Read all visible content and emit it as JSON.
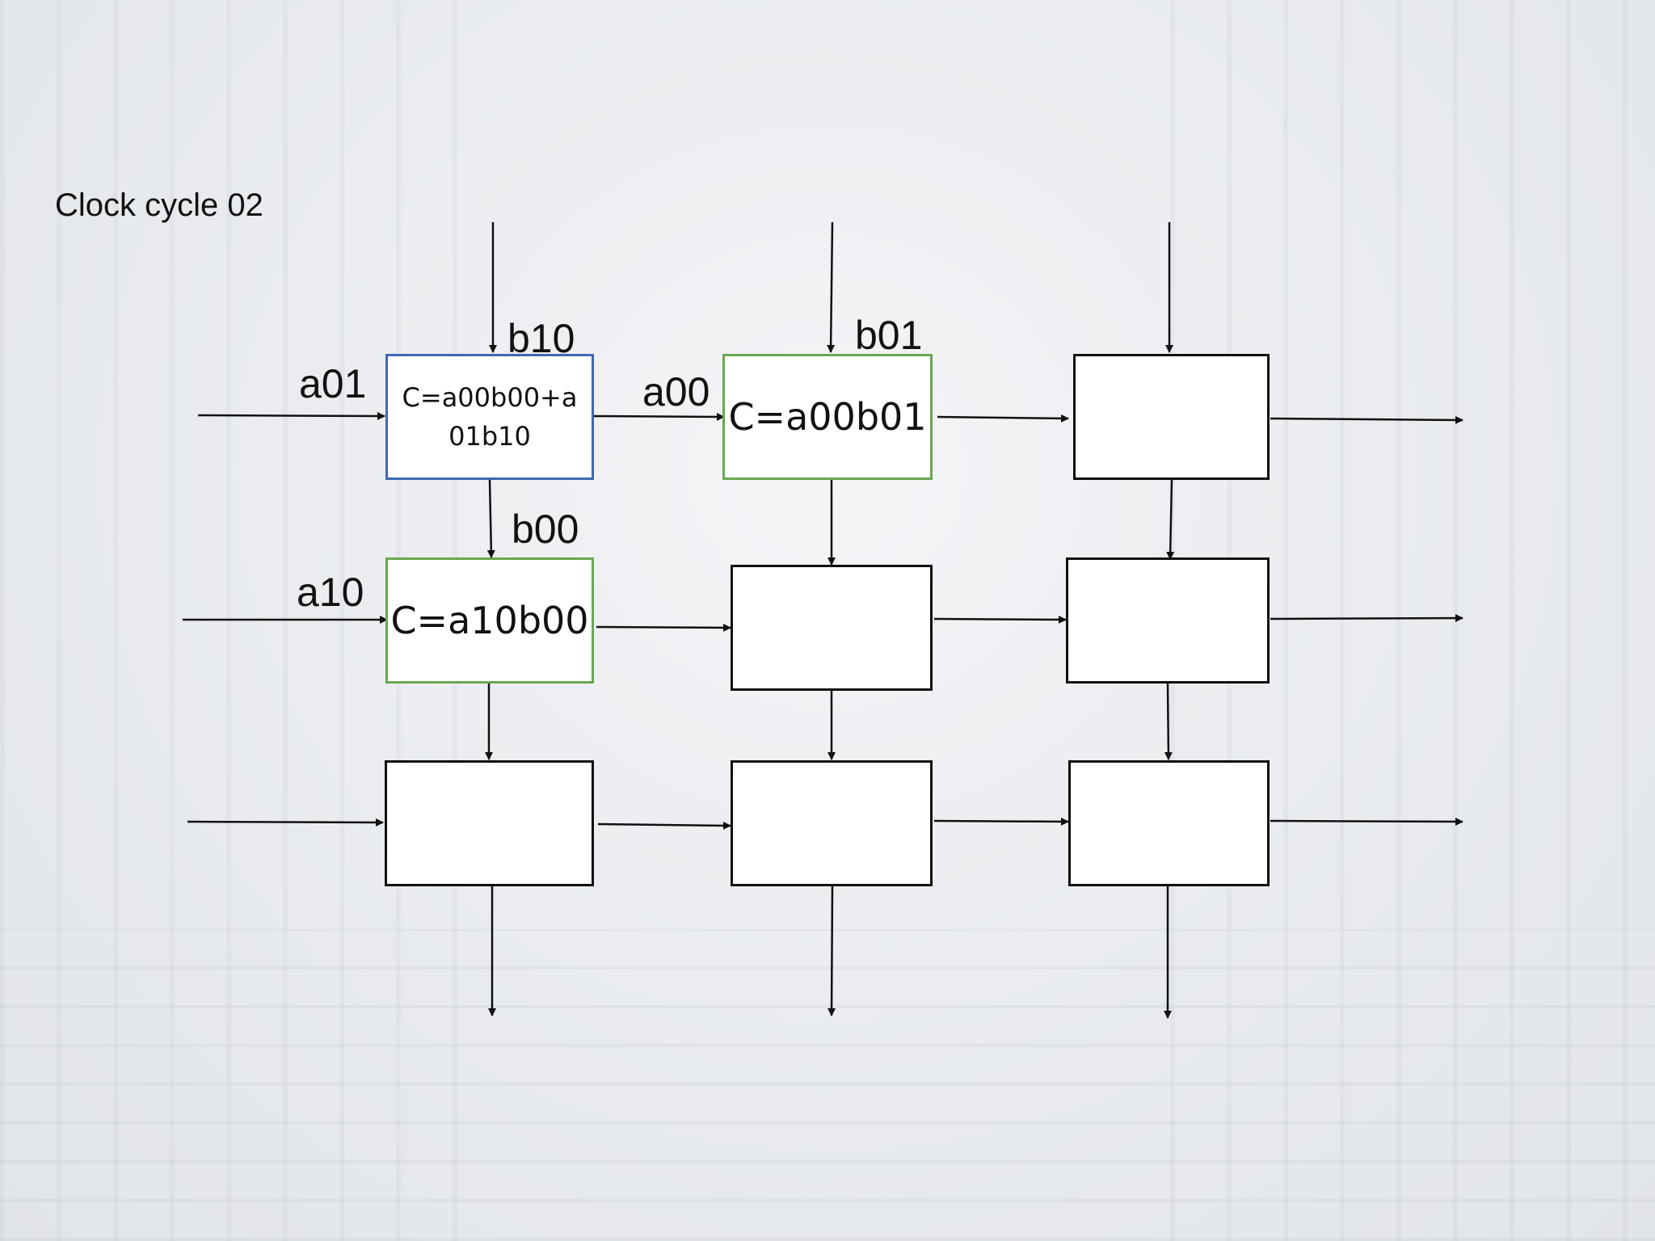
{
  "title": "Clock cycle 02",
  "cells": [
    {
      "id": "r0c0",
      "text": "C=a00b00+a01b10",
      "border": "#3f69b2"
    },
    {
      "id": "r0c1",
      "text": "C=a00b01",
      "border": "#69a84f"
    },
    {
      "id": "r0c2",
      "text": "",
      "border": "#111111"
    },
    {
      "id": "r1c0",
      "text": "C=a10b00",
      "border": "#69a84f"
    },
    {
      "id": "r1c1",
      "text": "",
      "border": "#111111"
    },
    {
      "id": "r1c2",
      "text": "",
      "border": "#111111"
    },
    {
      "id": "r2c0",
      "text": "",
      "border": "#111111"
    },
    {
      "id": "r2c1",
      "text": "",
      "border": "#111111"
    },
    {
      "id": "r2c2",
      "text": "",
      "border": "#111111"
    }
  ],
  "labels": {
    "a01": "a01",
    "b10": "b10",
    "a00": "a00",
    "b01": "b01",
    "b00": "b00",
    "a10": "a10"
  },
  "colors": {
    "active_blue": "#3f69b2",
    "active_green": "#69a84f",
    "line": "#111111"
  }
}
